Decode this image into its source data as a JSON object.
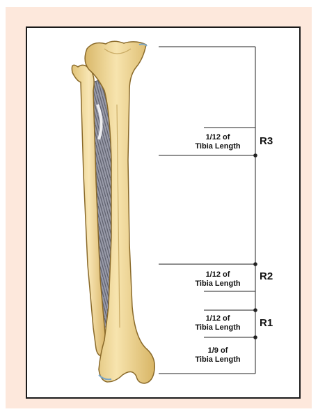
{
  "diagram": {
    "subject": "tibia and fibula (leg bones)",
    "regions": [
      {
        "id": "R3",
        "name": "R3",
        "fraction": "1/12 of",
        "unit": "Tibia Length"
      },
      {
        "id": "R2",
        "name": "R2",
        "fraction": "1/12 of",
        "unit": "Tibia Length"
      },
      {
        "id": "R1",
        "name": "R1",
        "fraction": "1/12 of",
        "unit": "Tibia Length"
      }
    ],
    "bottom_offset": {
      "fraction": "1/9 of",
      "unit": "Tibia Length"
    },
    "colors": {
      "panel_background": "#fde8dc",
      "frame_border": "#1a1a1a",
      "bone_fill": "#f3dca0",
      "bone_outline": "#8a6a2a",
      "membrane": "#8a8c99",
      "dimension_line": "#222222"
    }
  }
}
